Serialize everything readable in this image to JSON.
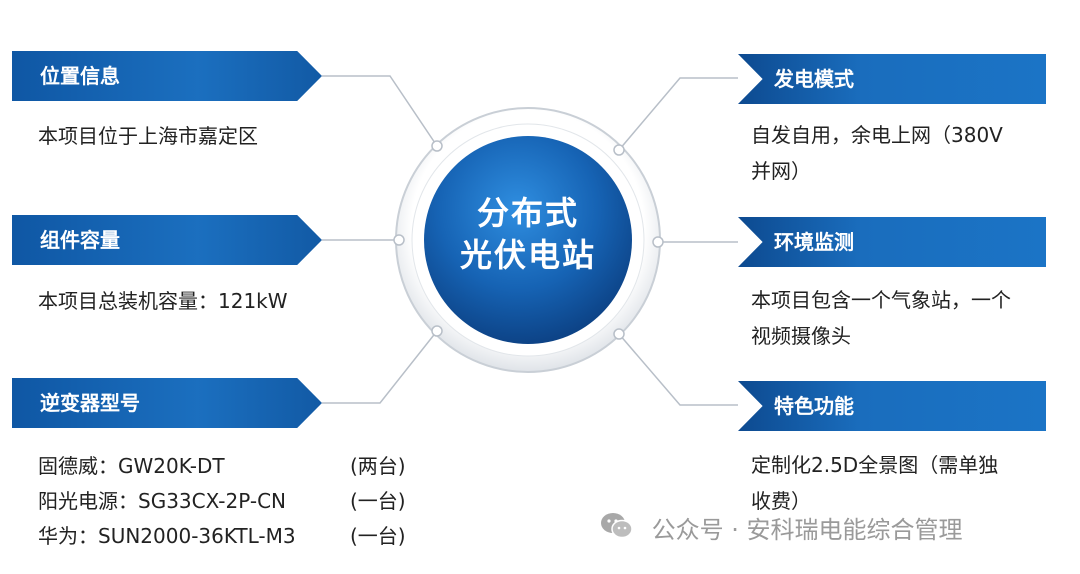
{
  "center": {
    "title_line1": "分布式",
    "title_line2": "光伏电站",
    "color_dark": "#0c3f80",
    "color_light": "#2a86d6"
  },
  "left_panels": [
    {
      "heading": "位置信息",
      "body": "本项目位于上海市嘉定区"
    },
    {
      "heading": "组件容量",
      "body": "本项目总装机容量：121kW"
    },
    {
      "heading": "逆变器型号",
      "lines": [
        {
          "model": "固德威：GW20K-DT",
          "qty": "(两台)"
        },
        {
          "model": "阳光电源：SG33CX-2P-CN",
          "qty": "(一台)"
        },
        {
          "model": "华为：SUN2000-36KTL-M3",
          "qty": "(一台)"
        }
      ]
    }
  ],
  "right_panels": [
    {
      "heading": "发电模式",
      "body_line1": "自发自用，余电上网（380V",
      "body_line2": "并网）"
    },
    {
      "heading": "环境监测",
      "body_line1": "本项目包含一个气象站，一个",
      "body_line2": "视频摄像头"
    },
    {
      "heading": "特色功能",
      "body_line1": "定制化2.5D全景图（需单独",
      "body_line2": "收费）"
    }
  ],
  "watermark": {
    "text": "公众号 · 安科瑞电能综合管理",
    "icon": "wechat-icon"
  },
  "colors": {
    "banner": "#1a6dbd",
    "connector": "#b8bfc8",
    "text": "#222222",
    "watermark": "#9a9a9a"
  }
}
